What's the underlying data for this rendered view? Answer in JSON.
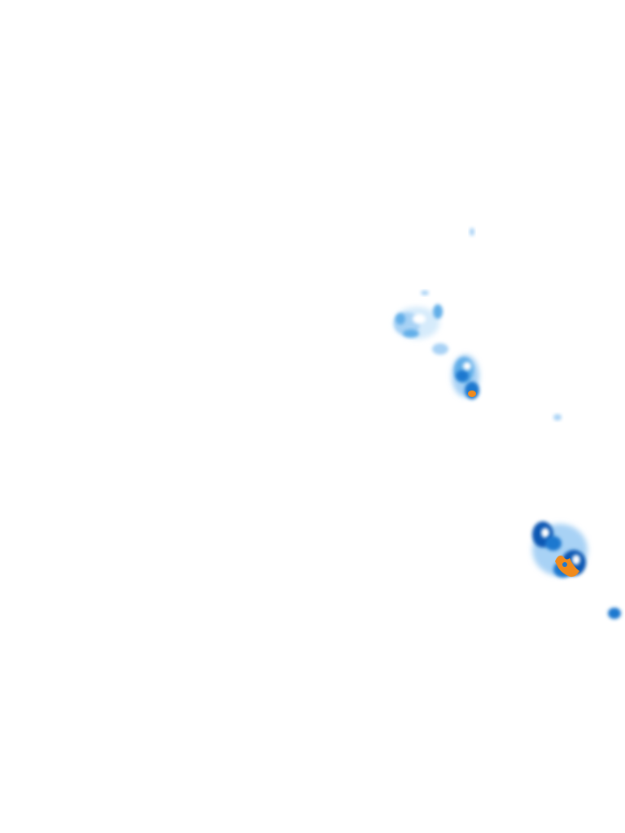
{
  "map": {
    "style": "weather-radar-precipitation-overlay",
    "background_color": "#ffffff",
    "palette": {
      "very_light": "#d6ebfb",
      "light": "#a8d2f5",
      "medium": "#62aee8",
      "strong": "#1f78cf",
      "dark": "#0b58b3",
      "heavy": "#f08a1c"
    },
    "echo_cells": [
      {
        "name": "echo-cell-north-speck"
      },
      {
        "name": "echo-cell-upper-cluster"
      },
      {
        "name": "echo-cell-upper-small"
      },
      {
        "name": "echo-cell-center"
      },
      {
        "name": "echo-cell-center-heavy-core"
      },
      {
        "name": "echo-cell-east-speck"
      },
      {
        "name": "echo-cell-southeast-storm"
      },
      {
        "name": "echo-cell-southeast-heavy-core"
      },
      {
        "name": "echo-cell-far-east"
      }
    ]
  }
}
